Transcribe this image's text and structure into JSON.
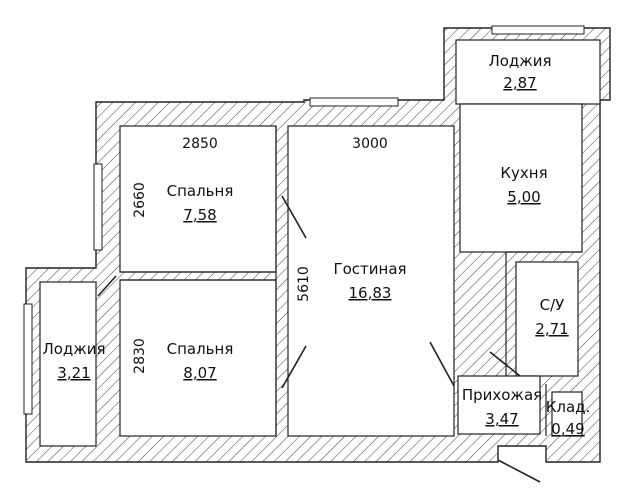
{
  "rooms": [
    {
      "name": "Лоджия",
      "area": "2,87"
    },
    {
      "name": "Кухня",
      "area": "5,00"
    },
    {
      "name": "Спальня",
      "area": "7,58"
    },
    {
      "name": "Гостиная",
      "area": "16,83"
    },
    {
      "name": "С/У",
      "area": "2,71"
    },
    {
      "name": "Лоджия",
      "area": "3,21"
    },
    {
      "name": "Спальня",
      "area": "8,07"
    },
    {
      "name": "Прихожая",
      "area": "3,47"
    },
    {
      "name": "Клад.",
      "area": "0,49"
    }
  ],
  "dimensions": {
    "bedroom_top_width": "2850",
    "living_width": "3000",
    "bedroom_top_depth": "2660",
    "living_depth": "5610",
    "bedroom_bottom_depth": "2830"
  }
}
